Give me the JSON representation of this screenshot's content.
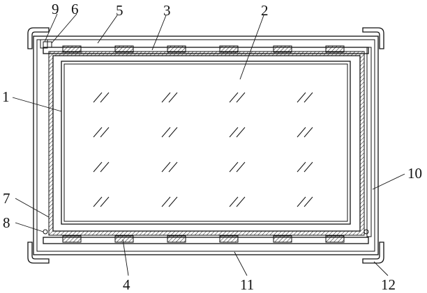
{
  "diagram": {
    "labels": [
      {
        "id": "lbl-9",
        "text": "9"
      },
      {
        "id": "lbl-6",
        "text": "6"
      },
      {
        "id": "lbl-5",
        "text": "5"
      },
      {
        "id": "lbl-3",
        "text": "3"
      },
      {
        "id": "lbl-2",
        "text": "2"
      },
      {
        "id": "lbl-1",
        "text": "1"
      },
      {
        "id": "lbl-10",
        "text": "10"
      },
      {
        "id": "lbl-7",
        "text": "7"
      },
      {
        "id": "lbl-8",
        "text": "8"
      },
      {
        "id": "lbl-4",
        "text": "4"
      },
      {
        "id": "lbl-11",
        "text": "11"
      },
      {
        "id": "lbl-12",
        "text": "12"
      }
    ],
    "colors": {
      "stroke": "#111111",
      "background": "#ffffff"
    }
  }
}
